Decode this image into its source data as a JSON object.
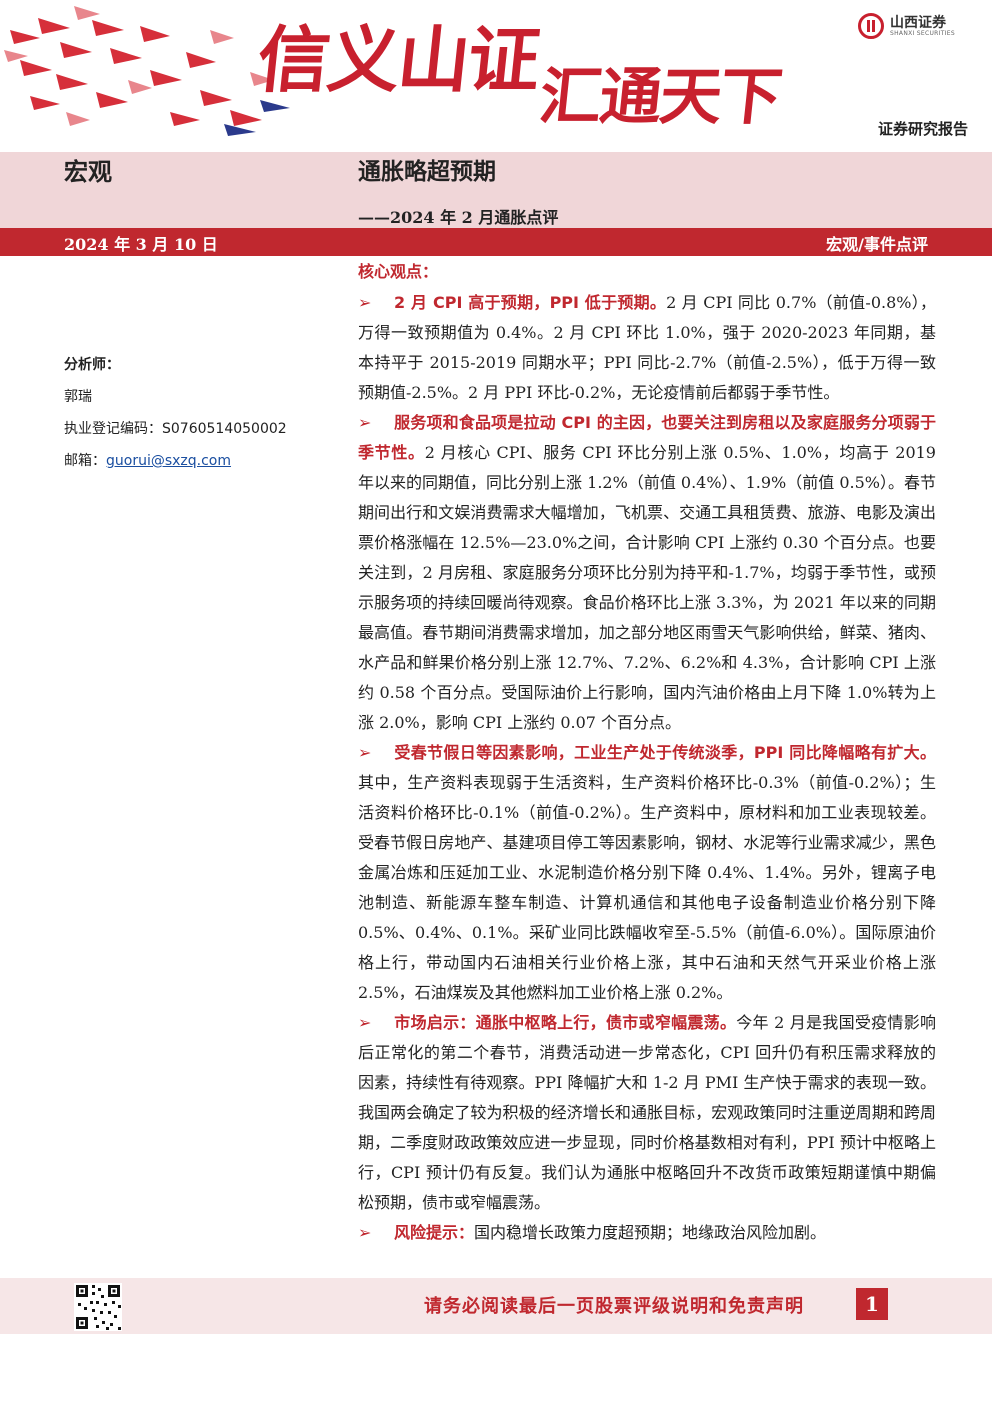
{
  "header": {
    "slogan_line1": "信义山证",
    "slogan_line2": "汇通天下",
    "company_cn": "山西证券",
    "company_en": "SHANXI SECURITIES",
    "report_type": "证券研究报告",
    "brand_color": "#c8202e"
  },
  "title": {
    "category": "宏观",
    "main": "通胀略超预期",
    "sub": "——2024 年 2 月通胀点评"
  },
  "datebar": {
    "date": "2024 年 3 月 10 日",
    "tag": "宏观/事件点评"
  },
  "analyst": {
    "label": "分析师：",
    "name": "郭瑞",
    "reg_label": "执业登记编码：",
    "reg_code": "S0760514050002",
    "email_label": "邮箱：",
    "email": "guorui@sxzq.com"
  },
  "body": {
    "core_heading": "核心观点：",
    "arrow": "➢",
    "points": [
      {
        "lead": "2 月 CPI 高于预期，PPI 低于预期。",
        "text": "2 月 CPI 同比 0.7%（前值-0.8%），万得一致预期值为 0.4%。2 月 CPI 环比 1.0%，强于 2020-2023 年同期，基本持平于 2015-2019 同期水平；PPI 同比-2.7%（前值-2.5%），低于万得一致预期值-2.5%。2 月 PPI 环比-0.2%，无论疫情前后都弱于季节性。"
      },
      {
        "lead": "服务项和食品项是拉动 CPI 的主因，也要关注到房租以及家庭服务分项弱于季节性。",
        "text": "2 月核心 CPI、服务 CPI 环比分别上涨 0.5%、1.0%，均高于 2019 年以来的同期值，同比分别上涨 1.2%（前值 0.4%）、1.9%（前值 0.5%）。春节期间出行和文娱消费需求大幅增加，飞机票、交通工具租赁费、旅游、电影及演出票价格涨幅在 12.5%—23.0%之间，合计影响 CPI 上涨约 0.30 个百分点。也要关注到，2 月房租、家庭服务分项环比分别为持平和-1.7%，均弱于季节性，或预示服务项的持续回暖尚待观察。食品价格环比上涨 3.3%，为 2021 年以来的同期最高值。春节期间消费需求增加，加之部分地区雨雪天气影响供给，鲜菜、猪肉、水产品和鲜果价格分别上涨 12.7%、7.2%、6.2%和 4.3%，合计影响 CPI 上涨约 0.58 个百分点。受国际油价上行影响，国内汽油价格由上月下降 1.0%转为上涨 2.0%，影响 CPI 上涨约 0.07 个百分点。"
      },
      {
        "lead": "受春节假日等因素影响，工业生产处于传统淡季，PPI 同比降幅略有扩大。",
        "text": "其中，生产资料表现弱于生活资料，生产资料价格环比-0.3%（前值-0.2%）；生活资料价格环比-0.1%（前值-0.2%）。生产资料中，原材料和加工业表现较差。受春节假日房地产、基建项目停工等因素影响，钢材、水泥等行业需求减少，黑色金属冶炼和压延加工业、水泥制造价格分别下降 0.4%、1.4%。另外，锂离子电池制造、新能源车整车制造、计算机通信和其他电子设备制造业价格分别下降 0.5%、0.4%、0.1%。采矿业同比跌幅收窄至-5.5%（前值-6.0%）。国际原油价格上行，带动国内石油相关行业价格上涨，其中石油和天然气开采业价格上涨 2.5%，石油煤炭及其他燃料加工业价格上涨 0.2%。"
      },
      {
        "lead": "市场启示：通胀中枢略上行，债市或窄幅震荡。",
        "text": "今年 2 月是我国受疫情影响后正常化的第二个春节，消费活动进一步常态化，CPI 回升仍有积压需求释放的因素，持续性有待观察。PPI 降幅扩大和 1-2 月 PMI 生产快于需求的表现一致。我国两会确定了较为积极的经济增长和通胀目标，宏观政策同时注重逆周期和跨周期，二季度财政政策效应进一步显现，同时价格基数相对有利，PPI 预计中枢略上行，CPI 预计仍有反复。我们认为通胀中枢略回升不改货币政策短期谨慎中期偏松预期，债市或窄幅震荡。"
      },
      {
        "lead": "风险提示：",
        "text": "国内稳增长政策力度超预期；地缘政治风险加剧。"
      }
    ]
  },
  "footer": {
    "note": "请务必阅读最后一页股票评级说明和免责声明",
    "page": "1"
  }
}
